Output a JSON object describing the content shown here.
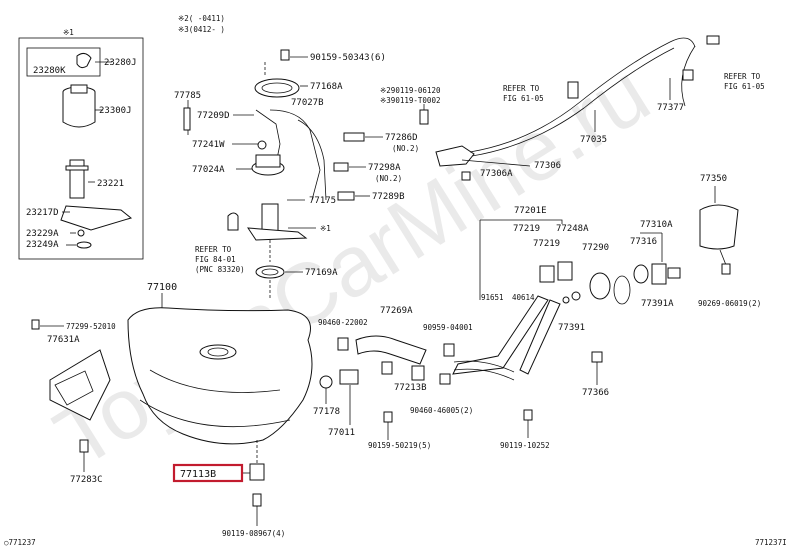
{
  "watermark": "ToyotaCarMine.ru",
  "header_notes": {
    "note1": "※2(    -0411)",
    "note2": "※3(0412-      )"
  },
  "inset": {
    "mark": "※1",
    "labels": [
      "23280K",
      "23280J",
      "23300J",
      "23221",
      "23217D",
      "23229A",
      "23249A"
    ]
  },
  "top_labels": [
    "90159-50343(6)",
    "77168A",
    "77785",
    "77209D",
    "77027B",
    "77241W",
    "77024A",
    "77175",
    "77169A",
    "77286D",
    "(NO.2)",
    "77298A",
    "(NO.2)",
    "77289B"
  ],
  "date_notes": {
    "d1": "※290119-06120",
    "d2": "※390119-T0002"
  },
  "refer_notes": {
    "fig8401_a": "REFER TO",
    "fig8401_b": "FIG 84-01",
    "fig8401_c": "(PNC 83320)",
    "fig6105_a": "REFER TO",
    "fig6105_b": "FIG 61-05",
    "fig6105r_a": "REFER TO",
    "fig6105r_b": "FIG 61-05"
  },
  "cable_labels": [
    "77377",
    "77035",
    "77306",
    "77306A",
    "77350"
  ],
  "tank_labels": [
    "77100",
    "77299-52010",
    "77631A",
    "77283C"
  ],
  "center_labels": [
    "90460-22002",
    "77269A",
    "90959-04001",
    "77213B",
    "77178",
    "77011",
    "90460-46005(2)",
    "90159-50219(5)"
  ],
  "bottom_labels": {
    "highlight": "77113B",
    "bolt": "90119-08967(4)",
    "pipe_bolt": "90119-10252"
  },
  "filler_labels": [
    "77201E",
    "77219",
    "77248A",
    "77219",
    "91651",
    "40614",
    "77290",
    "77310A",
    "77316",
    "77391",
    "77391A",
    "77366",
    "90269-06019(2)"
  ],
  "corner": {
    "left": "○771237",
    "right": "771237I"
  }
}
